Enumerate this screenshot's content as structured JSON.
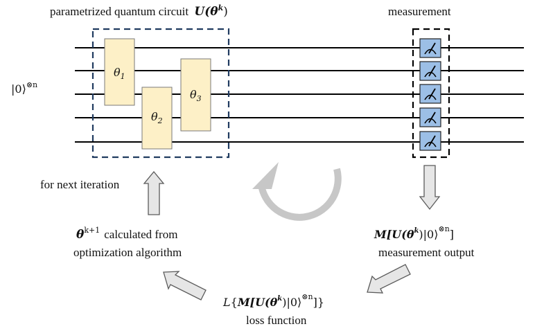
{
  "labels": {
    "circuit_title": "parametrized quantum circuit",
    "circuit_title_math": "U(θ",
    "circuit_title_sup": "k",
    "circuit_title_close": ")",
    "measurement_title": "measurement",
    "input_state": "|0⟩",
    "input_state_sup": "⊗n",
    "next_iteration": "for next iteration",
    "update_theta": "θ",
    "update_sup": "k+1",
    "update_line1": "calculated from",
    "update_line2": "optimization algorithm",
    "measure_expr_M": "M",
    "measure_expr_mid": "[U(θ",
    "measure_expr_k": "k",
    "measure_expr_end": ")|0⟩",
    "measure_expr_sup": "⊗n",
    "measure_expr_close": "]",
    "measure_output": "measurement output",
    "loss_expr_L": "L",
    "loss_expr_open": "{",
    "loss_expr_M": "M",
    "loss_expr_mid": "[U(θ",
    "loss_expr_k": "k",
    "loss_expr_end": ")|0⟩",
    "loss_expr_sup": "⊗n",
    "loss_expr_close": "]}",
    "loss_function": "loss function"
  },
  "gates": [
    {
      "symbol": "θ",
      "index": "1"
    },
    {
      "symbol": "θ",
      "index": "2"
    },
    {
      "symbol": "θ",
      "index": "3"
    }
  ],
  "colors": {
    "gate_fill": "#fdf0c7",
    "gate_stroke": "#7a7a7a",
    "meter_fill": "#9cbfe6",
    "box_dash": "#1f3a5f",
    "arrow_fill": "#e6e6e6",
    "arrow_stroke": "#5a5a5a",
    "cycle": "#c7c7c7"
  }
}
